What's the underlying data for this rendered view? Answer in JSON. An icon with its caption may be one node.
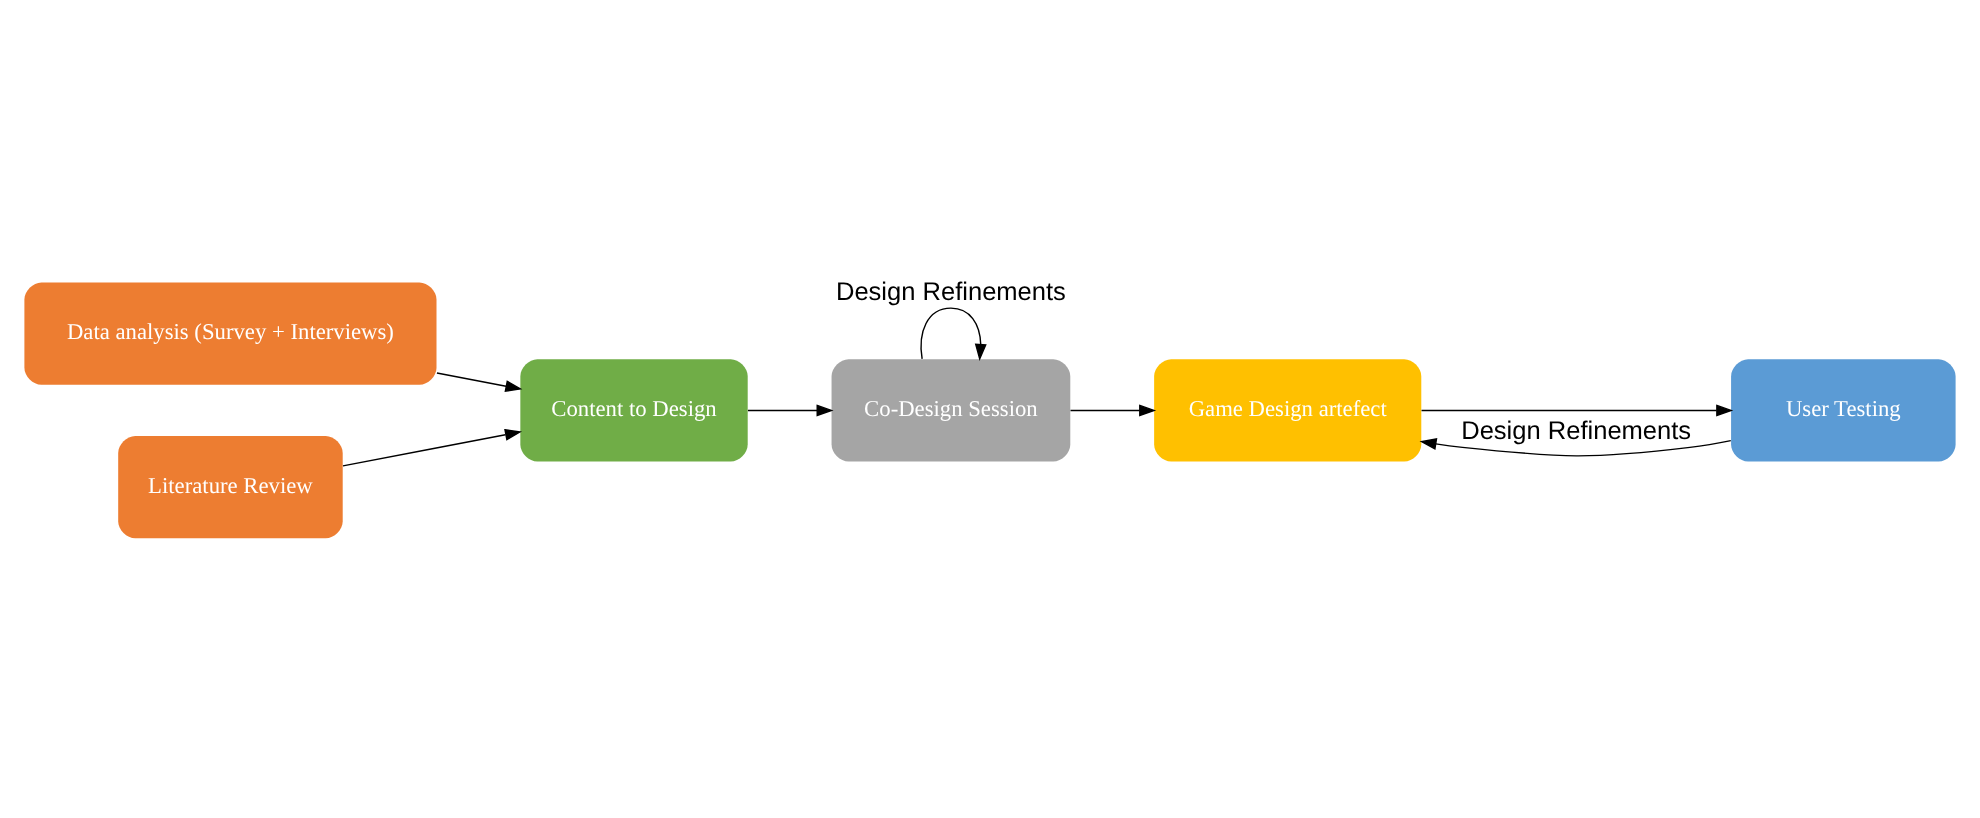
{
  "diagram": {
    "nodes": [
      {
        "text": [
          "Data analysis (Survey + Interviews)"
        ]
      },
      {
        "text": [
          "Content to Design"
        ]
      },
      {
        "text": [
          "Literature Review"
        ]
      },
      {
        "text": [
          "Co-Design Session"
        ]
      },
      {
        "text": [
          "Game Design artefect"
        ]
      },
      {
        "text": [
          "User Testing"
        ]
      }
    ],
    "edges": [
      {
        "from": 0,
        "to": 1,
        "arrow": "to"
      },
      {
        "from": 2,
        "to": 1,
        "arrow": "to"
      },
      {
        "from": 1,
        "to": 3,
        "arrow": "to"
      },
      {
        "from": 3,
        "to": 3,
        "arrow": "to",
        "label": "Design Refinements"
      },
      {
        "from": 3,
        "to": 4,
        "arrow": "to"
      },
      {
        "from": 5,
        "to": 4,
        "arrow": "to",
        "label": "Design Refinements"
      },
      {
        "from": 4,
        "to": 5,
        "arrow": "to"
      }
    ]
  }
}
